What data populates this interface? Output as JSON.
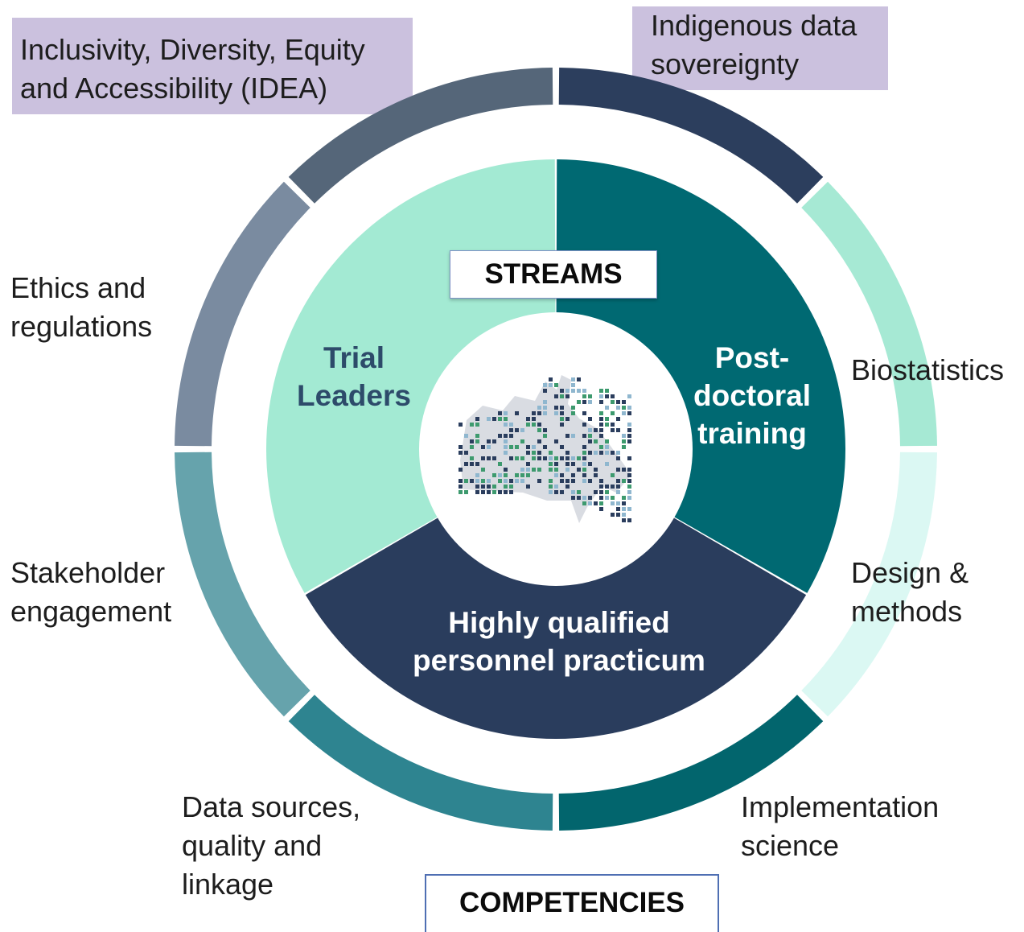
{
  "colors": {
    "seg_idea": "#556679",
    "seg_indigenous": "#2c3e5d",
    "seg_ethics": "#7a8ba0",
    "seg_biostatistics": "#a6e9d4",
    "seg_stakeholder": "#66a3ac",
    "seg_design": "#dbf8f3",
    "seg_data_sources": "#2e8490",
    "seg_implementation": "#02656d",
    "stream_trial": "#a3ead3",
    "stream_postdoc": "#006972",
    "stream_hqp": "#2a3d5d",
    "trial_text": "#2d4b6a",
    "white_text": "#ffffff",
    "highlight_fill": "#c7bcdc",
    "streams_border": "#7f91c6",
    "competencies_border": "#4f6fb3"
  },
  "competencies": {
    "idea": "Inclusivity, Diversity, Equity\nand Accessibility (IDEA)",
    "indigenous": "Indigenous data\nsovereignty",
    "ethics": "Ethics and\nregulations",
    "biostatistics": "Biostatistics",
    "stakeholder": "Stakeholder\nengagement",
    "design": "Design &\nmethods",
    "data_sources": "Data sources,\nquality and\nlinkage",
    "implementation": "Implementation\nscience"
  },
  "streams": {
    "trial": "Trial\nLeaders",
    "postdoc": "Post-\ndoctoral\ntraining",
    "hqp": "Highly qualified\npersonnel practicum"
  },
  "titles": {
    "streams": "STREAMS",
    "competencies": "COMPETENCIES"
  },
  "center_icon": "canada-map-icon"
}
